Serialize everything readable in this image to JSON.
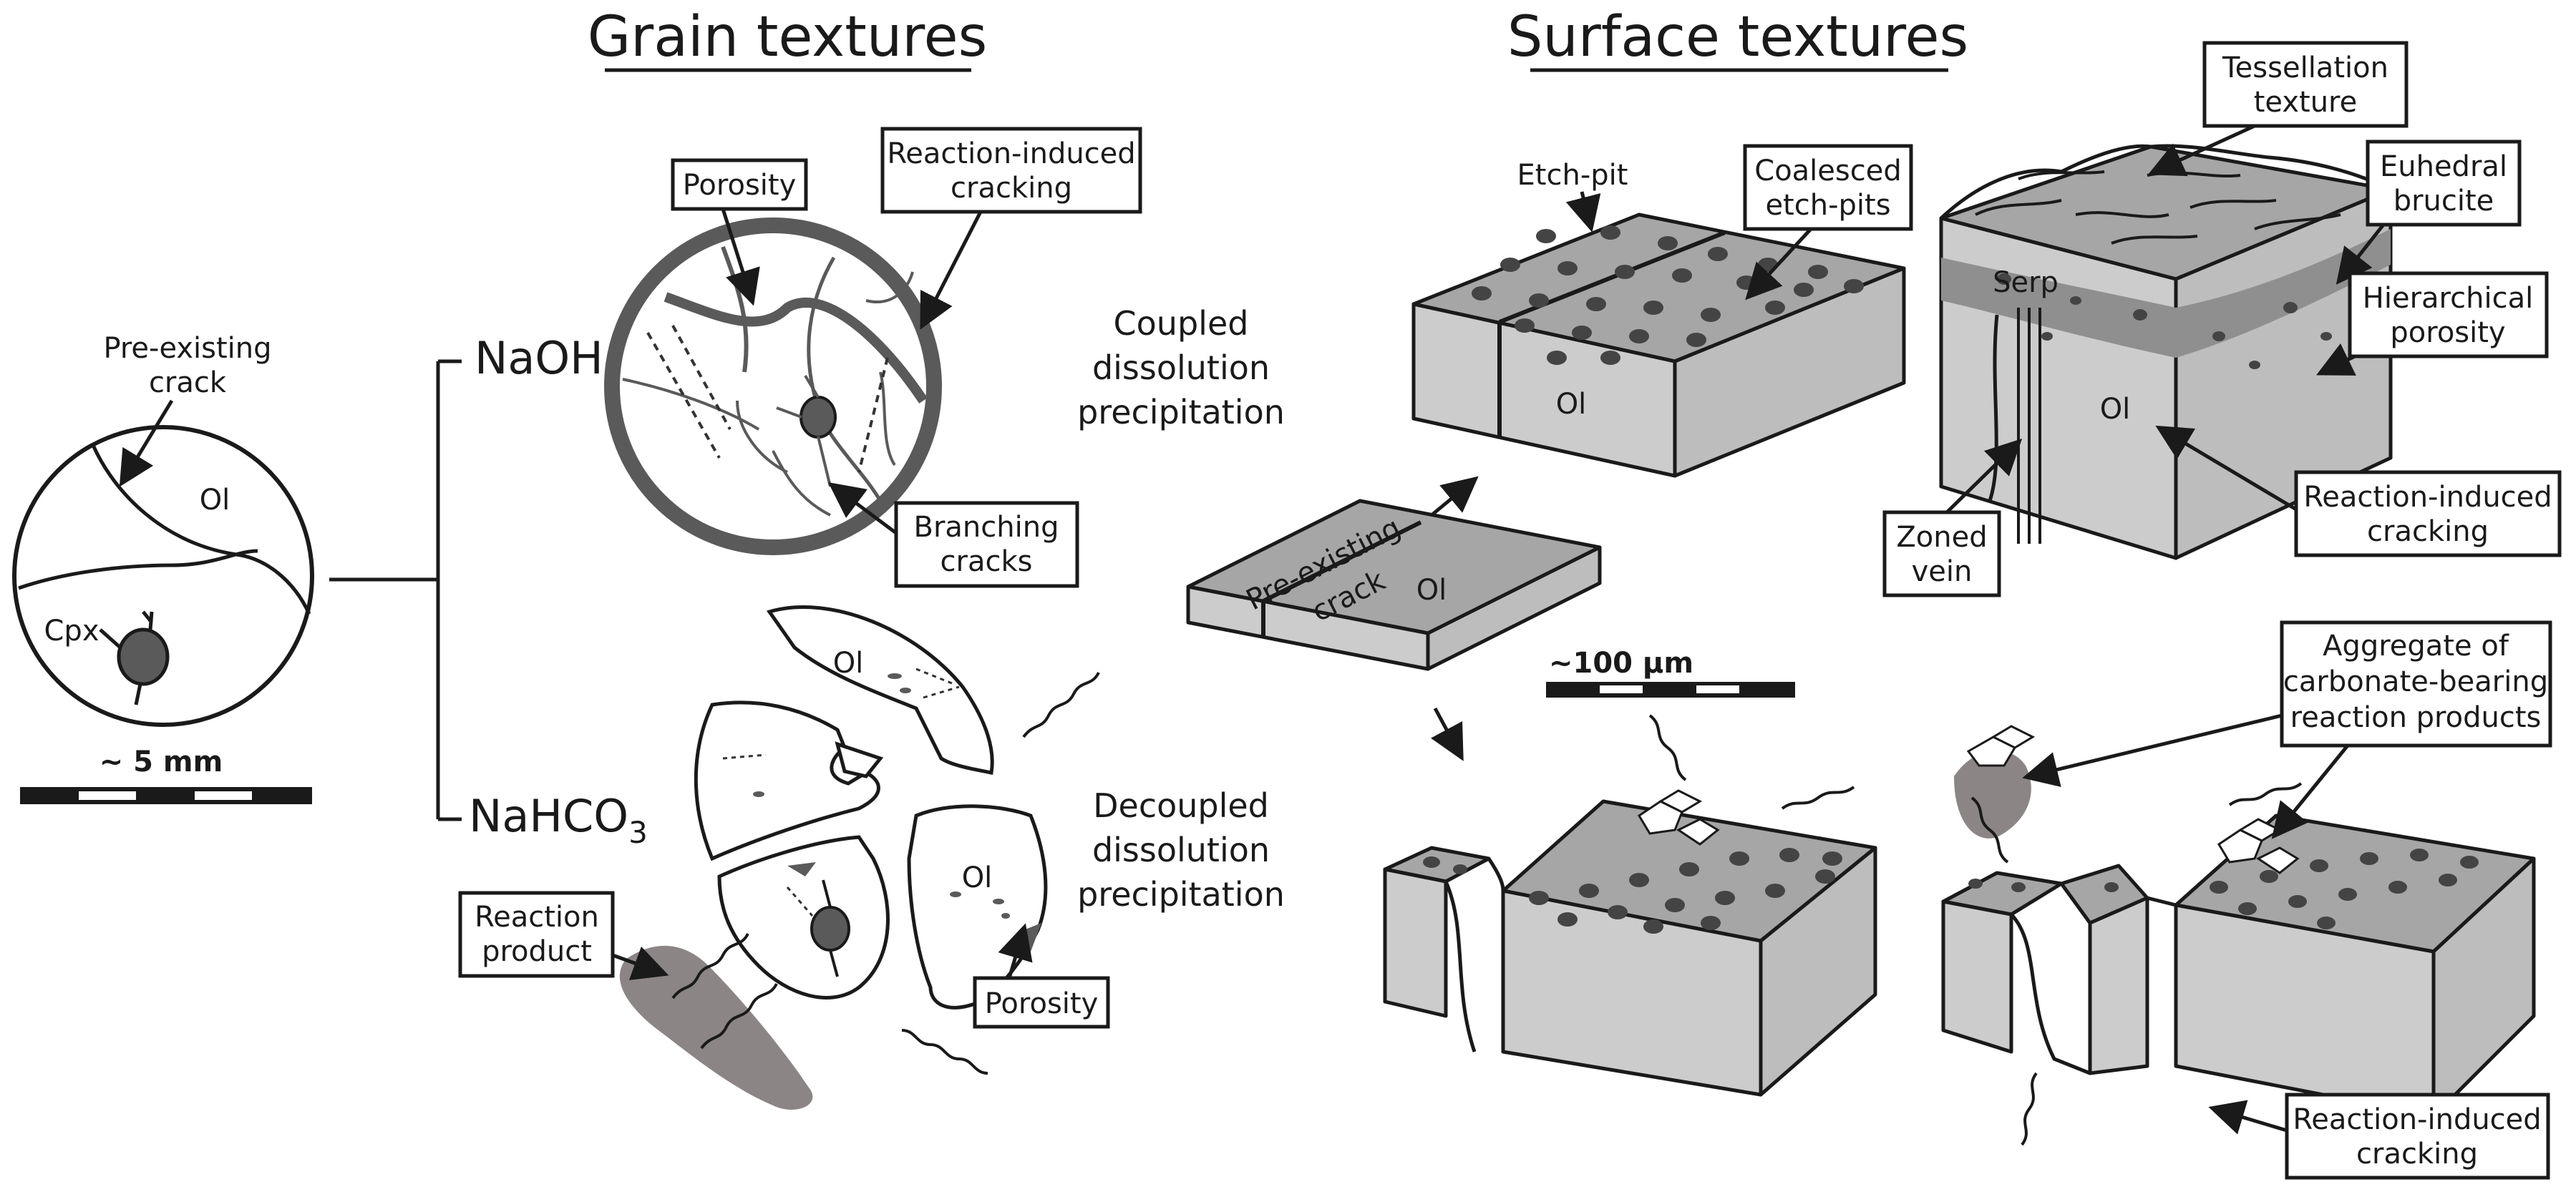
{
  "titles": {
    "grain": "Grain textures",
    "surface": "Surface textures"
  },
  "initial_grain": {
    "crack_label_line1": "Pre-existing",
    "crack_label_line2": "crack",
    "ol": "Ol",
    "cpx": "Cpx",
    "scale": "~ 5 mm"
  },
  "branches": {
    "naoh": "NaOH",
    "nahco3_base": "NaHCO",
    "nahco3_sub": "3"
  },
  "naoh_grain": {
    "porosity": "Porosity",
    "ric_line1": "Reaction-induced",
    "ric_line2": "cracking",
    "branching_line1": "Branching",
    "branching_line2": "cracks"
  },
  "nahco3_grain": {
    "ol_1": "Ol",
    "ol_2": "Ol",
    "reaction_product_line1": "Reaction",
    "reaction_product_line2": "product",
    "porosity": "Porosity"
  },
  "mechanisms": {
    "coupled": [
      "Coupled",
      "dissolution",
      "precipitation"
    ],
    "decoupled": [
      "Decoupled",
      "dissolution",
      "precipitation"
    ]
  },
  "central_block": {
    "crack_line1": "Pre-existing",
    "crack_line2": "crack",
    "ol": "Ol",
    "scale": "~100 µm"
  },
  "coupled_block": {
    "etch_pit": "Etch-pit",
    "coalesced_line1": "Coalesced",
    "coalesced_line2": "etch-pits",
    "ol": "Ol"
  },
  "naoh_surface": {
    "tessellation_line1": "Tessellation",
    "tessellation_line2": "texture",
    "euhedral_line1": "Euhedral",
    "euhedral_line2": "brucite",
    "hier_line1": "Hierarchical",
    "hier_line2": "porosity",
    "serp": "Serp",
    "ol": "Ol",
    "ric_line1": "Reaction-induced",
    "ric_line2": "cracking",
    "zoned_line1": "Zoned",
    "zoned_line2": "vein"
  },
  "nahco3_surface": {
    "aggregate_line1": "Aggregate of",
    "aggregate_line2": "carbonate-bearing",
    "aggregate_line3": "reaction products",
    "ric_line1": "Reaction-induced",
    "ric_line2": "cracking"
  },
  "colors": {
    "ink": "#1a1a1a",
    "grain_ring": "#5a5a5a",
    "block_top": "#a6a6a6",
    "block_front": "#cccccc",
    "pit": "#444444",
    "product": "#8c8585"
  }
}
